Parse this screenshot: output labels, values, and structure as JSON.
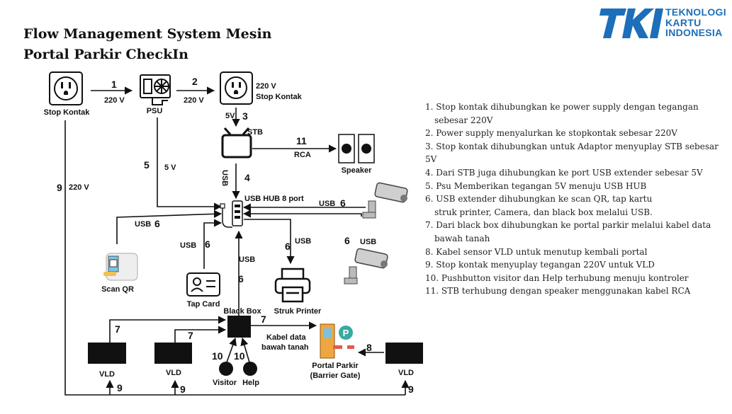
{
  "title": "Flow Management System Mesin Portal Parkir CheckIn",
  "logo": {
    "lines": [
      "TEKNOLOGI",
      "KARTU",
      "INDONESIA"
    ],
    "mark": "TKI",
    "color": "#1c6fb8"
  },
  "nodes": {
    "stop_kontak_1": "Stop Kontak",
    "psu": "PSU",
    "stop_kontak_2_voltage": "220 V",
    "stop_kontak_2": "Stop Kontak",
    "stb": "STB",
    "speaker": "Speaker",
    "usb_hub": "USB HUB 8 port",
    "scan_qr": "Scan QR",
    "tap_card": "Tap Card",
    "struk_printer": "Struk Printer",
    "black_box": "Black Box",
    "vld": "VLD",
    "visitor": "Visitor",
    "help": "Help",
    "portal_line1": "Portal Parkir",
    "portal_line2": "(Barrier Gate)"
  },
  "edges": {
    "e1_num": "1",
    "e1_label": "220 V",
    "e2_num": "2",
    "e2_label": "220 V",
    "e3_num": "3",
    "e3_label": "5V",
    "e4_num": "4",
    "e4_label": "USB",
    "e5_num": "5",
    "e5_label": "5 V",
    "e6_qr_num": "6",
    "e6_qr_label": "USB",
    "e6_tap_num": "6",
    "e6_tap_label": "USB",
    "e6_bb_num": "6",
    "e6_bb_label": "USB",
    "e6_printer_num": "6",
    "e6_printer_label": "USB",
    "e6_cam1_num": "6",
    "e6_cam1_label": "USB",
    "e6_cam2_num": "6",
    "e6_cam2_label": "USB",
    "e7_vld1_num": "7",
    "e7_vld2_num": "7",
    "e7_portal_num": "7",
    "e7_portal_line1": "Kabel data",
    "e7_portal_line2": "bawah tanah",
    "e8_num": "8",
    "e9_num": "9",
    "e9_label": "220 V",
    "e9_vld1_num": "9",
    "e9_vld2_num": "9",
    "e9_vld3_num": "9",
    "e10_visitor_num": "10",
    "e10_help_num": "10",
    "e11_num": "11",
    "e11_label": "RCA"
  },
  "legend": [
    "1. Stop kontak dihubungkan ke power supply dengan tegangan",
    "sebesar 220V",
    "2. Power supply menyalurkan ke stopkontak sebesar 220V",
    "3. Stop kontak dihubungkan untuk Adaptor menyuplay STB sebesar 5V",
    "4. Dari STB juga dihubungkan ke port USB extender sebesar 5V",
    "5. Psu Memberikan tegangan 5V menuju USB HUB",
    "6. USB extender dihubungkan ke scan QR, tap kartu",
    "struk printer, Camera, dan black box melalui USB.",
    "7. Dari black box dihubungkan ke portal parkir melalui kabel data",
    "bawah tanah",
    "8. Kabel sensor VLD untuk menutup kembali portal",
    "9. Stop kontak menyuplay tegangan 220V untuk VLD",
    "10. Pushbutton visitor dan Help terhubung menuju kontroler",
    "11. STB terhubung dengan speaker menggunakan kabel RCA"
  ]
}
